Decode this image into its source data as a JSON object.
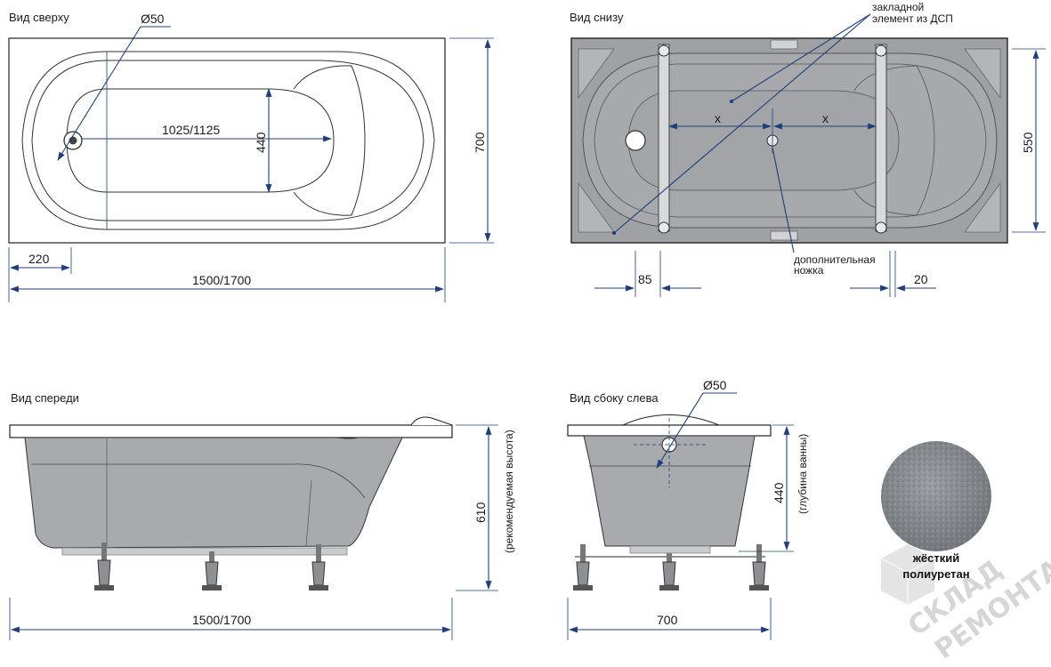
{
  "views": {
    "top": "Вид сверху",
    "bottom": "Вид снизу",
    "front": "Вид спереди",
    "side": "Вид сбоку слева"
  },
  "dimensions": {
    "drain_diameter": "Ø50",
    "top_inner_length": "1025/1125",
    "top_inner_width": "440",
    "top_height": "700",
    "top_drain_offset": "220",
    "top_length": "1500/1700",
    "bottom_height": "550",
    "bottom_left": "85",
    "bottom_right": "20",
    "bottom_x": "x",
    "front_height": "610",
    "front_height_note": "(рекомендуемая высота)",
    "front_length": "1500/1700",
    "side_drain_diameter": "Ø50",
    "side_depth": "440",
    "side_depth_note": "(глубина ванны)",
    "side_width": "700"
  },
  "callouts": {
    "embedded_line1": "закладной",
    "embedded_line2": "элемент из ДСП",
    "extra_leg_line1": "дополнительная",
    "extra_leg_line2": "ножка"
  },
  "material": {
    "line1": "жёсткий",
    "line2": "полиуретан"
  },
  "watermark": {
    "line1": "СКЛАД",
    "line2": "РЕМОНТА"
  },
  "colors": {
    "dimension": "#1f3f7a",
    "bottom_fill": "#9fa1a4",
    "front_fill": "#a8aaad"
  }
}
